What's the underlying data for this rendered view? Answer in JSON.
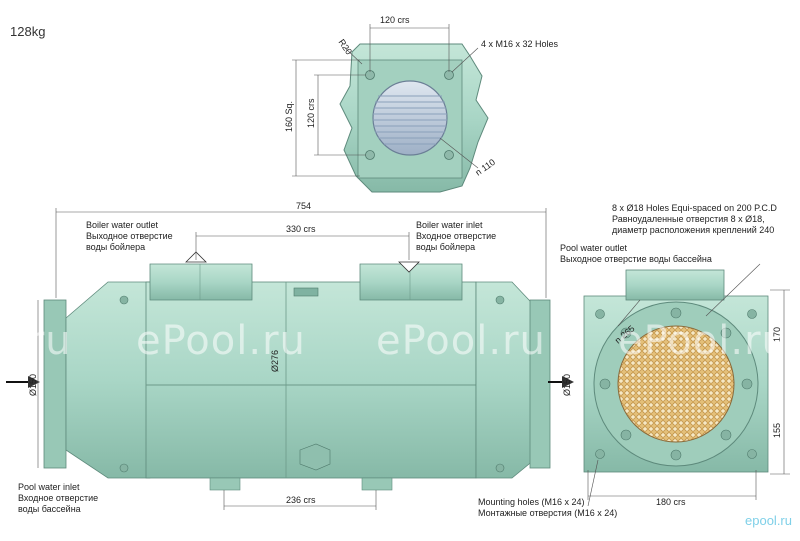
{
  "weight": "128kg",
  "top_view": {
    "dim_width": "120 crs",
    "dim_radius": "R20",
    "dim_holes": "4 x M16 x 32 Holes",
    "dim_square": "160 Sq.",
    "dim_height": "120 crs",
    "dim_inner": "n 110"
  },
  "side_view": {
    "dim_length": "754",
    "dim_inlet_spacing": "330 crs",
    "dim_body_diameter": "Ø276",
    "dim_left_flange": "Ø150",
    "dim_right_flange": "Ø150",
    "dim_feet": "236 crs"
  },
  "labels": {
    "boiler_outlet_en": "Boiler water outlet",
    "boiler_outlet_ru1": "Выходное отверстие",
    "boiler_outlet_ru2": "воды бойлера",
    "boiler_inlet_en": "Boiler water inlet",
    "boiler_inlet_ru1": "Входное отверстие",
    "boiler_inlet_ru2": "воды бойлера",
    "pool_outlet_en": "Pool water outlet",
    "pool_outlet_ru": "Выходное отверстие воды бассейна",
    "pool_inlet_en": "Pool water inlet",
    "pool_inlet_ru1": "Входное отверстие",
    "pool_inlet_ru2": "воды бассейна",
    "holes_en": "8 x Ø18 Holes Equi-spaced on 200 P.C.D",
    "holes_ru1": "Равноудаленные отверстия 8 x Ø18,",
    "holes_ru2": "диаметр расположения креплений 240",
    "mount_en": "Mounting holes (M16 x 24)",
    "mount_ru": "Монтажные отверстия (M16 x 24)"
  },
  "end_view": {
    "dim_inner": "n 265",
    "dim_upper": "170",
    "dim_lower": "155",
    "dim_feet": "180 crs"
  },
  "watermarks": [
    "l.ru",
    "ePool.ru",
    "ePool.ru",
    "ePool.ru"
  ],
  "brand": "epool.ru",
  "colors": {
    "body": "#a9d6c6",
    "body_shadow": "#7fb2a1",
    "outline": "#5e8a7c",
    "tube_core": "#b8c7d8",
    "mesh": "#d9a25a"
  }
}
